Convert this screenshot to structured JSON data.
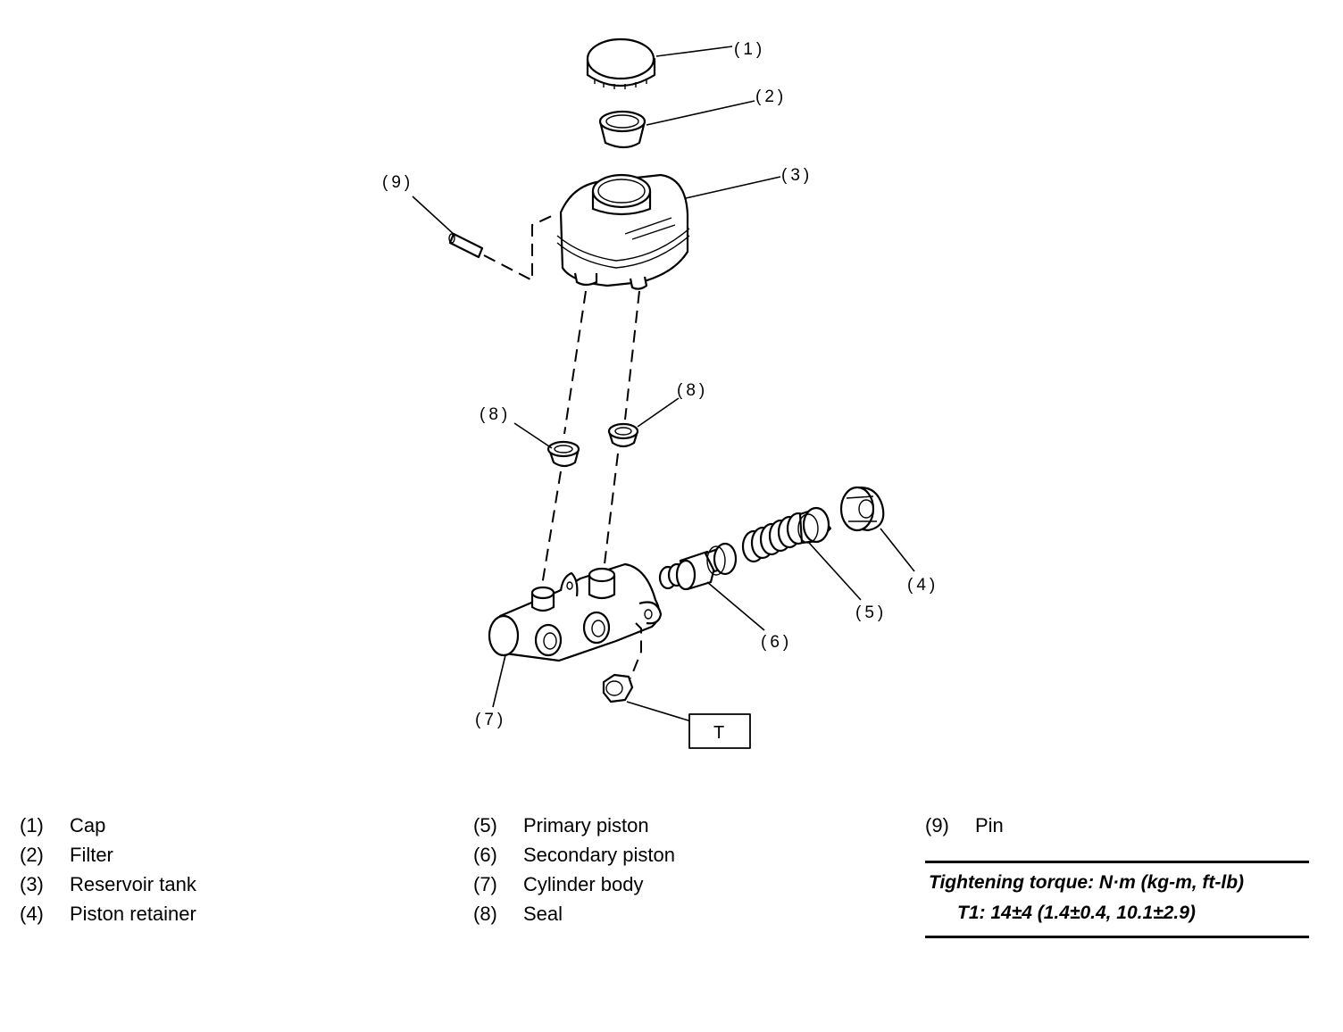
{
  "callouts": {
    "c1": "(1)",
    "c2": "(2)",
    "c3": "(3)",
    "c4": "(4)",
    "c5": "(5)",
    "c6": "(6)",
    "c7": "(7)",
    "c8a": "(8)",
    "c8b": "(8)",
    "c9": "(9)",
    "torque_marker": "T"
  },
  "legend": {
    "col1": [
      {
        "num": "(1)",
        "label": "Cap"
      },
      {
        "num": "(2)",
        "label": "Filter"
      },
      {
        "num": "(3)",
        "label": "Reservoir tank"
      },
      {
        "num": "(4)",
        "label": "Piston retainer"
      }
    ],
    "col2": [
      {
        "num": "(5)",
        "label": "Primary piston"
      },
      {
        "num": "(6)",
        "label": "Secondary piston"
      },
      {
        "num": "(7)",
        "label": "Cylinder body"
      },
      {
        "num": "(8)",
        "label": "Seal"
      }
    ],
    "col3": [
      {
        "num": "(9)",
        "label": "Pin"
      }
    ]
  },
  "torque": {
    "heading": "Tightening torque: N·m (kg-m, ft-lb)",
    "value": "T1: 14±4 (1.4±0.4, 10.1±2.9)"
  }
}
